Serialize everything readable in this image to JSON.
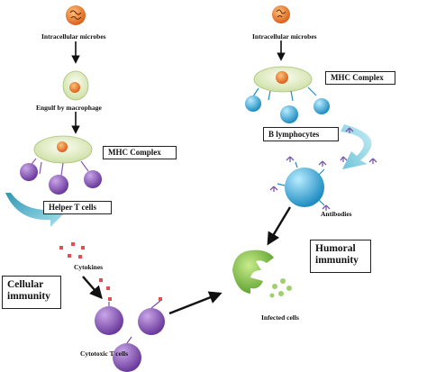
{
  "left": {
    "microbe_label": "Intracellular microbes",
    "engulf_label": "Engulf by macrophage",
    "mhc_label": "MHC Complex",
    "helper_label": "Helper T cells",
    "cytokines_label": "Cytokines",
    "cellular_title_line1": "Cellular",
    "cellular_title_line2": "immunity",
    "cytotoxic_label": "Cytotoxic T cells"
  },
  "right": {
    "microbe_label": "Intracellular microbes",
    "mhc_label": "MHC Complex",
    "b_label": "B lymphocytes",
    "antibodies_label": "Antibodies",
    "humoral_title_line1": "Humoral",
    "humoral_title_line2": "immunity",
    "infected_label": "Infected cells"
  },
  "colors": {
    "microbe": "#e8782a",
    "cell_body": "#e4efc9",
    "t_cell": "#8a56b8",
    "b_cell": "#35a8d8",
    "cyan_arrow": "#4fb0c6",
    "infected": "#8cc84b",
    "cytokine": "#e05050"
  }
}
